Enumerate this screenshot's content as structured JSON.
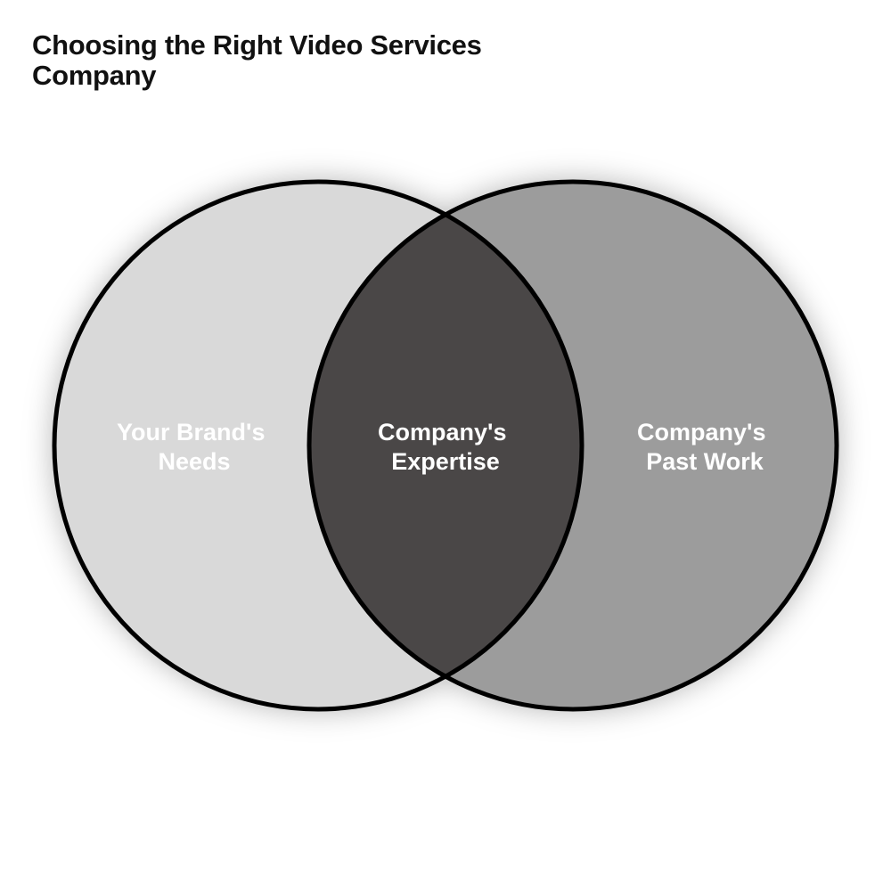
{
  "title": "Choosing the Right Video Services Company",
  "title_color": "#111111",
  "venn": {
    "type": "venn-2-set",
    "stroke_color": "#000000",
    "stroke_width": "5",
    "text_color": "#ffffff",
    "left": {
      "label": "Your Brand's Needs",
      "lines": {
        "0": "Your Brand's",
        "1": "Needs"
      },
      "fill": "#d9d9d9"
    },
    "overlap": {
      "label": "Company's Expertise",
      "lines": {
        "0": "Company's",
        "1": "Expertise"
      },
      "fill": "#4a4747"
    },
    "right": {
      "label": "Company's Past Work",
      "lines": {
        "0": "Company's",
        "1": "Past Work"
      },
      "fill": "#9c9c9c"
    }
  }
}
